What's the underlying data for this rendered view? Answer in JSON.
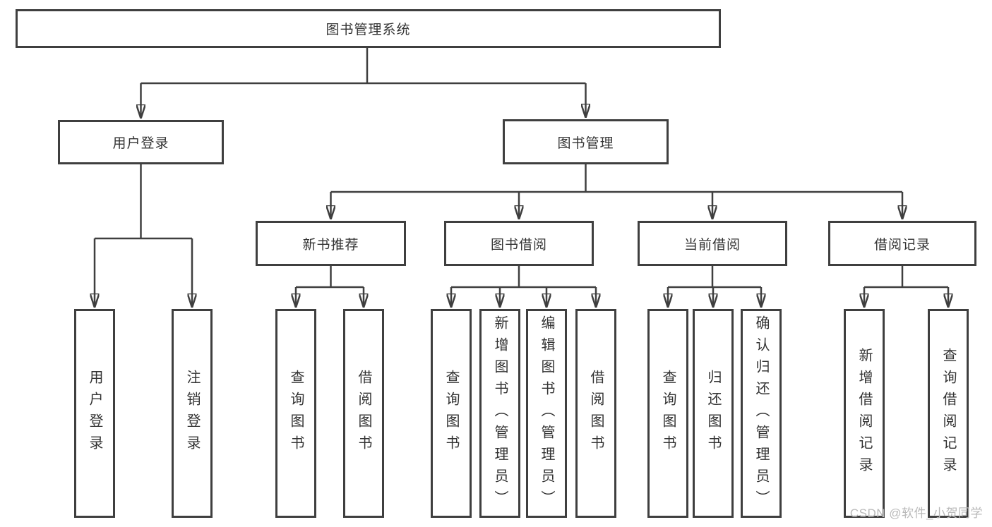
{
  "page": {
    "background": "#ffffff"
  },
  "colors": {
    "line": "#3f3f3f",
    "box_border": "#3f3f3f",
    "text": "#333333",
    "watermark": "#b9b9b9"
  },
  "diagram": {
    "type": "hierarchy-tree",
    "root": {
      "label": "图书管理系统"
    },
    "level2": [
      {
        "id": "user-login",
        "label": "用户登录"
      },
      {
        "id": "book-management",
        "label": "图书管理"
      }
    ],
    "level3": [
      {
        "id": "new-book-recommend",
        "label": "新书推荐",
        "parent": "book-management"
      },
      {
        "id": "book-borrow",
        "label": "图书借阅",
        "parent": "book-management"
      },
      {
        "id": "current-borrow",
        "label": "当前借阅",
        "parent": "book-management"
      },
      {
        "id": "borrow-records",
        "label": "借阅记录",
        "parent": "book-management"
      }
    ],
    "leaves": [
      {
        "label": "用户登录",
        "parent": "user-login"
      },
      {
        "label": "注销登录",
        "parent": "user-login"
      },
      {
        "label": "查询图书",
        "parent": "new-book-recommend"
      },
      {
        "label": "借阅图书",
        "parent": "new-book-recommend"
      },
      {
        "label": "查询图书",
        "parent": "book-borrow"
      },
      {
        "label": "新增图书（管理员）",
        "parent": "book-borrow"
      },
      {
        "label": "编辑图书（管理员）",
        "parent": "book-borrow"
      },
      {
        "label": "借阅图书",
        "parent": "book-borrow"
      },
      {
        "label": "查询图书",
        "parent": "current-borrow"
      },
      {
        "label": "归还图书",
        "parent": "current-borrow"
      },
      {
        "label": "确认归还（管理员）",
        "parent": "current-borrow"
      },
      {
        "label": "新增借阅记录",
        "parent": "borrow-records"
      },
      {
        "label": "查询借阅记录",
        "parent": "borrow-records"
      }
    ]
  },
  "watermark": {
    "text": "CSDN @软件_小贺同学"
  }
}
